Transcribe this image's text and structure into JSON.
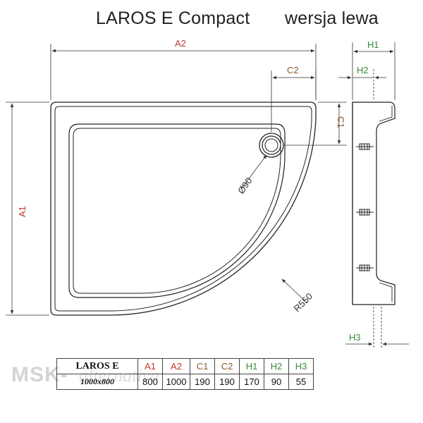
{
  "title": {
    "model": "LAROS E Compact",
    "variant": "wersja lewa"
  },
  "dimensions": {
    "a1": "A1",
    "a2": "A2",
    "c1": "C1",
    "c2": "C2",
    "h1": "H1",
    "h2": "H2",
    "h3": "H3",
    "drain_diameter": "Ø90",
    "radius": "R550"
  },
  "table": {
    "model": "LAROS E",
    "size": "1000x800",
    "headers": [
      "A1",
      "A2",
      "C1",
      "C2",
      "H1",
      "H2",
      "H3"
    ],
    "values": [
      "800",
      "1000",
      "190",
      "190",
      "170",
      "90",
      "55"
    ],
    "header_colors": [
      "#c0392b",
      "#c0392b",
      "#8a5a2b",
      "#8a5a2b",
      "#3a8a3a",
      "#3a8a3a",
      "#3a8a3a"
    ]
  },
  "watermark": {
    "brand": "MSK-",
    "script": "alternativa"
  },
  "colors": {
    "a_dims": "#c0392b",
    "c_dims": "#8a5a2b",
    "h_dims": "#3a8a3a"
  }
}
